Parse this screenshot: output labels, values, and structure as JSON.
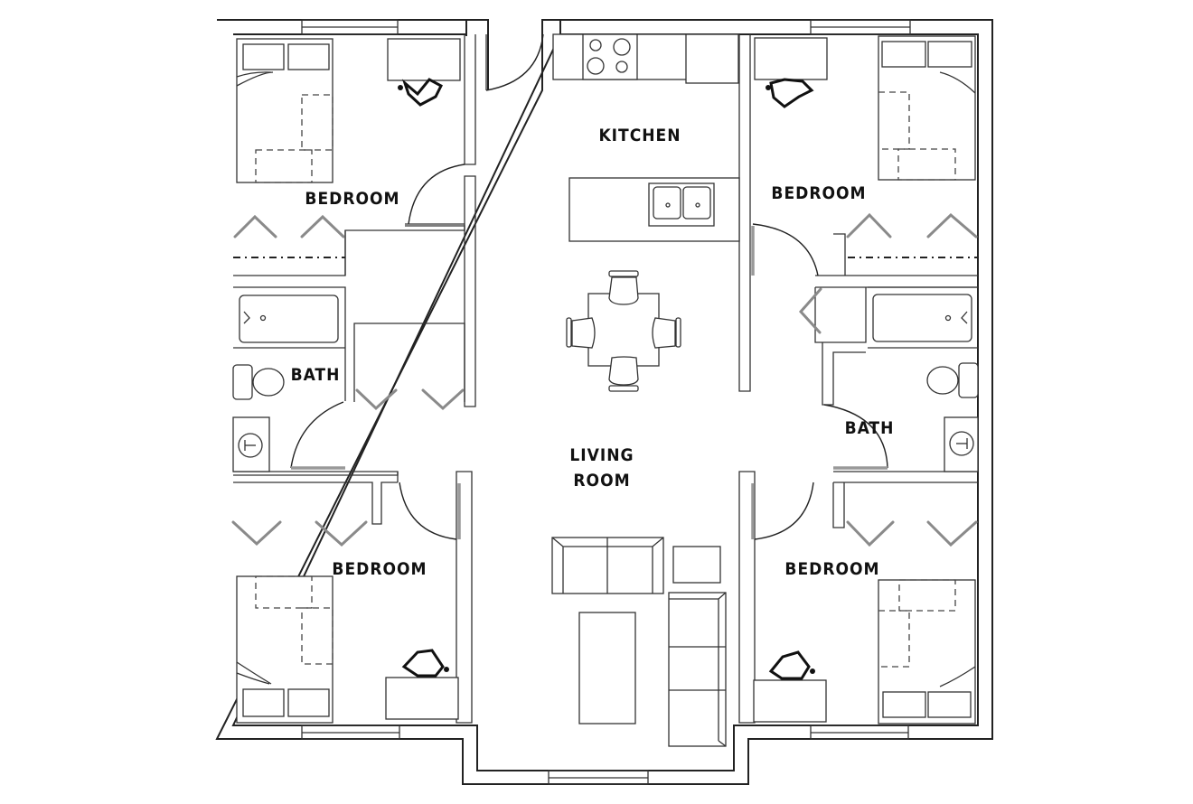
{
  "plan": {
    "type": "floor-plan",
    "rooms": {
      "kitchen": "KITCHEN",
      "bedroom_top_left": "BEDROOM",
      "bedroom_top_right": "BEDROOM",
      "bedroom_bottom_left": "BEDROOM",
      "bedroom_bottom_right": "BEDROOM",
      "bath_left": "BATH",
      "bath_right": "BATH",
      "living_line1": "LIVING",
      "living_line2": "ROOM"
    },
    "colors": {
      "wall": "#222222",
      "background": "#ffffff",
      "door_leaf": "#999999"
    }
  }
}
